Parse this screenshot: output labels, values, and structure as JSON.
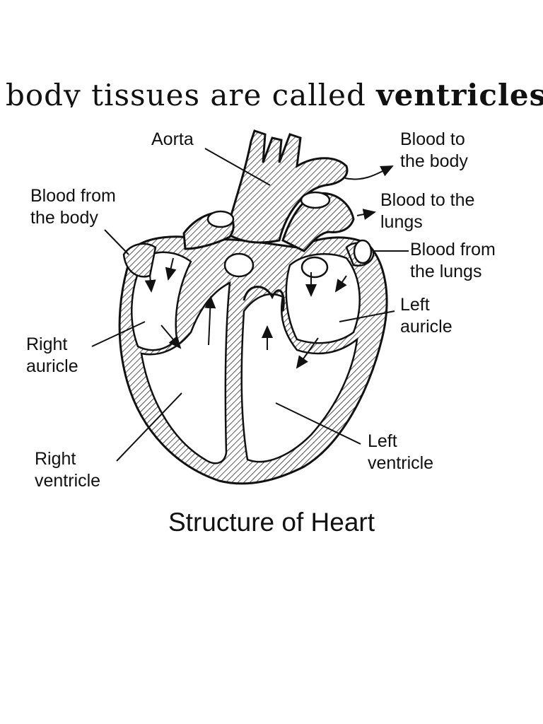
{
  "header_fragment": {
    "text": "body tissues are called ",
    "bold": "ventricles."
  },
  "labels": {
    "aorta": "Aorta",
    "blood_to_body": [
      "Blood to",
      "the body"
    ],
    "blood_from_body": [
      "Blood from",
      "the body"
    ],
    "blood_to_lungs": [
      "Blood to the",
      "lungs"
    ],
    "blood_from_lungs": [
      "Blood from",
      "the lungs"
    ],
    "left_auricle": [
      "Left",
      "auricle"
    ],
    "right_auricle": [
      "Right",
      "auricle"
    ],
    "right_ventricle": [
      "Right",
      "ventricle"
    ],
    "left_ventricle": [
      "Left",
      "ventricle"
    ]
  },
  "caption": "Structure of Heart",
  "colors": {
    "ink": "#111111",
    "background": "#ffffff"
  }
}
